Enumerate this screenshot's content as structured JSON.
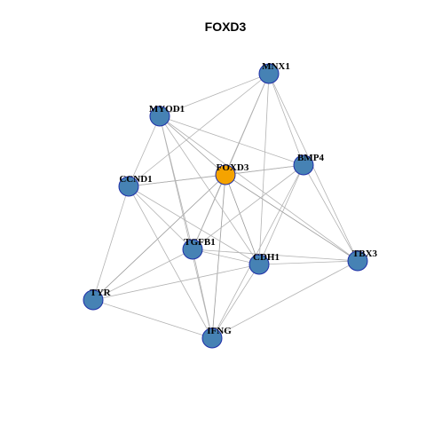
{
  "title": "FOXD3",
  "colors": {
    "center": "#f5a300",
    "node": "#4682b4",
    "border": "#1f2fa8",
    "edge": "#b3b3b3"
  },
  "nodes": [
    {
      "id": "FOXD3",
      "label": "FOXD3",
      "center": true
    },
    {
      "id": "MNX1",
      "label": "MNX1"
    },
    {
      "id": "MYOD1",
      "label": "MYOD1"
    },
    {
      "id": "BMP4",
      "label": "BMP4"
    },
    {
      "id": "CCND1",
      "label": "CCND1"
    },
    {
      "id": "TGFB1",
      "label": "TGFB1"
    },
    {
      "id": "CDH1",
      "label": "CDH1"
    },
    {
      "id": "TBX3",
      "label": "TBX3"
    },
    {
      "id": "TYR",
      "label": "TYR"
    },
    {
      "id": "IFNG",
      "label": "IFNG"
    }
  ],
  "edges": [
    [
      "FOXD3",
      "MNX1"
    ],
    [
      "FOXD3",
      "MYOD1"
    ],
    [
      "FOXD3",
      "BMP4"
    ],
    [
      "FOXD3",
      "CCND1"
    ],
    [
      "FOXD3",
      "TGFB1"
    ],
    [
      "FOXD3",
      "CDH1"
    ],
    [
      "FOXD3",
      "TBX3"
    ],
    [
      "FOXD3",
      "TYR"
    ],
    [
      "FOXD3",
      "IFNG"
    ],
    [
      "MNX1",
      "MYOD1"
    ],
    [
      "MNX1",
      "BMP4"
    ],
    [
      "MNX1",
      "CCND1"
    ],
    [
      "MNX1",
      "TGFB1"
    ],
    [
      "MNX1",
      "CDH1"
    ],
    [
      "MNX1",
      "TBX3"
    ],
    [
      "MYOD1",
      "CCND1"
    ],
    [
      "MYOD1",
      "BMP4"
    ],
    [
      "MYOD1",
      "TGFB1"
    ],
    [
      "MYOD1",
      "CDH1"
    ],
    [
      "MYOD1",
      "IFNG"
    ],
    [
      "MYOD1",
      "TBX3"
    ],
    [
      "BMP4",
      "CCND1"
    ],
    [
      "BMP4",
      "TGFB1"
    ],
    [
      "BMP4",
      "CDH1"
    ],
    [
      "BMP4",
      "TBX3"
    ],
    [
      "BMP4",
      "IFNG"
    ],
    [
      "CCND1",
      "TGFB1"
    ],
    [
      "CCND1",
      "CDH1"
    ],
    [
      "CCND1",
      "TYR"
    ],
    [
      "CCND1",
      "IFNG"
    ],
    [
      "TGFB1",
      "CDH1"
    ],
    [
      "TGFB1",
      "IFNG"
    ],
    [
      "TGFB1",
      "TYR"
    ],
    [
      "TGFB1",
      "TBX3"
    ],
    [
      "CDH1",
      "TBX3"
    ],
    [
      "CDH1",
      "TYR"
    ],
    [
      "CDH1",
      "IFNG"
    ],
    [
      "TBX3",
      "IFNG"
    ],
    [
      "TYR",
      "IFNG"
    ]
  ]
}
